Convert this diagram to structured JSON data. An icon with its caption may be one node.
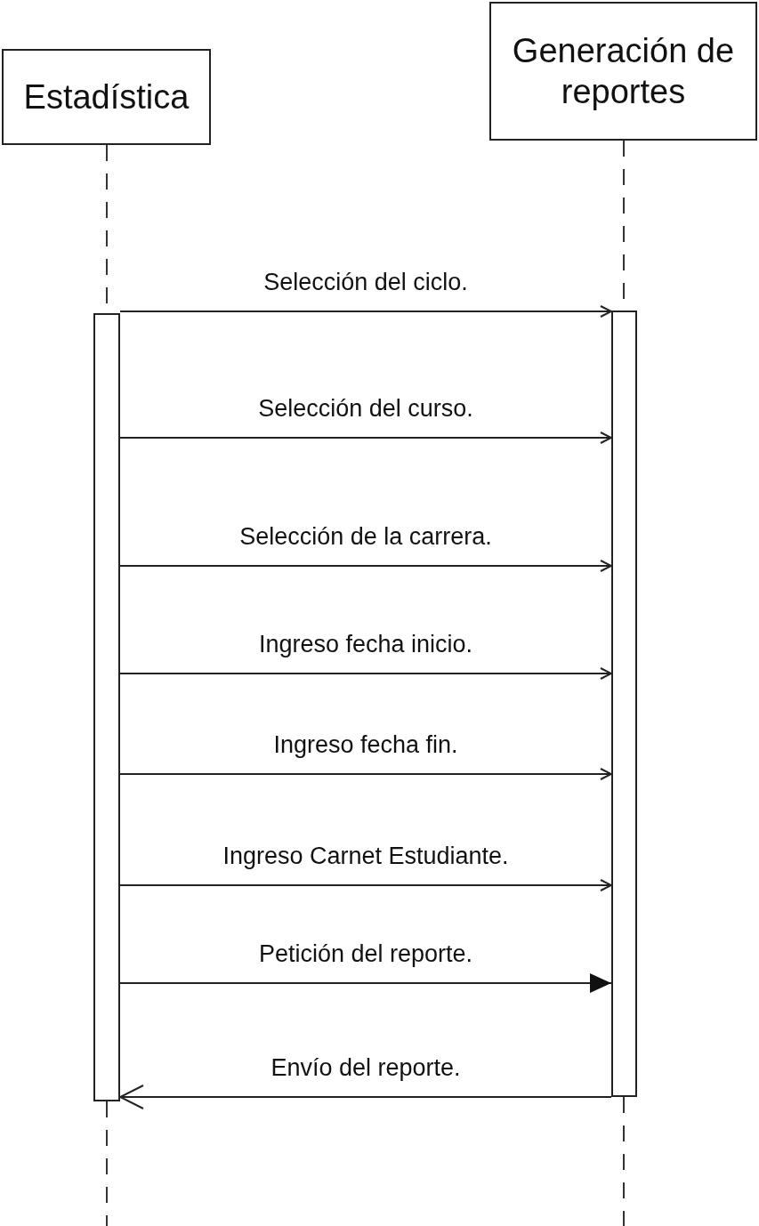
{
  "diagram": {
    "nodes": [
      {
        "text": [
          "Estadística"
        ]
      },
      {
        "text": [
          "Generación de reportes"
        ]
      },
      {
        "text": [],
        "shape": "bar"
      },
      {
        "text": [],
        "shape": "bar"
      }
    ],
    "edges": [
      {
        "from": 0,
        "to": 2,
        "arrow": "none",
        "style": "dashed"
      },
      {
        "from": 1,
        "to": 3,
        "arrow": "none",
        "style": "dashed"
      },
      {
        "from": 2,
        "to": 3,
        "arrow": "to",
        "label": "Selección del ciclo."
      },
      {
        "from": 2,
        "to": 3,
        "arrow": "to",
        "label": "Selección del curso."
      },
      {
        "from": 2,
        "to": 3,
        "arrow": "to",
        "label": "Selección de la carrera."
      },
      {
        "from": 2,
        "to": 3,
        "arrow": "to",
        "label": "Ingreso fecha inicio."
      },
      {
        "from": 2,
        "to": 3,
        "arrow": "to",
        "label": "Ingreso fecha fin."
      },
      {
        "from": 2,
        "to": 3,
        "arrow": "to",
        "label": "Ingreso Carnet Estudiante."
      },
      {
        "from": 2,
        "to": 3,
        "arrow": "to",
        "label": "Petición del reporte."
      },
      {
        "from": 3,
        "to": 2,
        "arrow": "to",
        "label": "Envío del reporte."
      }
    ]
  }
}
